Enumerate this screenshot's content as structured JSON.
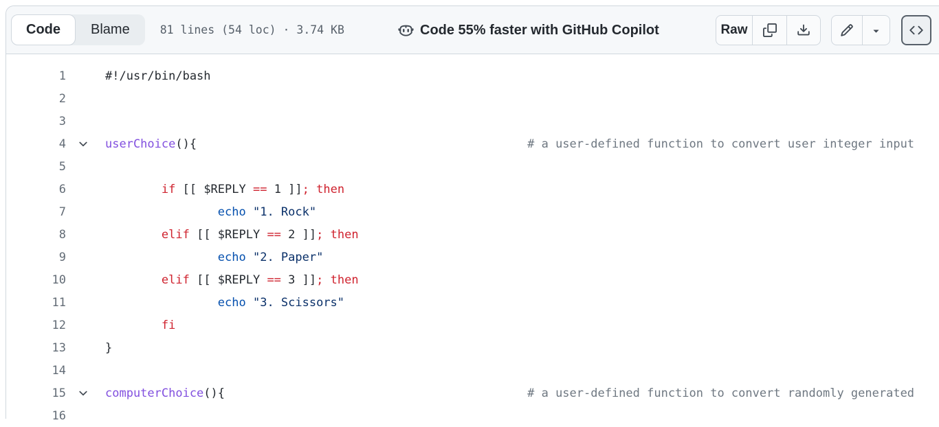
{
  "header": {
    "tabs": [
      {
        "label": "Code",
        "active": true
      },
      {
        "label": "Blame",
        "active": false
      }
    ],
    "file_stats": "81 lines (54 loc) · 3.74 KB",
    "copilot_text": "Code 55% faster with GitHub Copilot",
    "raw_label": "Raw",
    "actions": [
      {
        "name": "raw-button",
        "label": "Raw"
      },
      {
        "name": "copy-button",
        "icon": "copy-icon"
      },
      {
        "name": "download-button",
        "icon": "download-icon"
      },
      {
        "name": "edit-button",
        "icon": "pencil-icon"
      },
      {
        "name": "edit-dropdown",
        "icon": "caret-down-icon"
      },
      {
        "name": "symbols-panel-button",
        "icon": "code-symbols-icon"
      }
    ],
    "copilot_icon": "copilot-icon"
  },
  "colors": {
    "header_bg": "#f6f8fa",
    "border": "#d0d7de",
    "text": "#24292f",
    "keyword": "#cf222e",
    "function": "#8250df",
    "builtin": "#0550ae",
    "string": "#0a3069",
    "comment": "#6e7781",
    "line_number": "#636c76"
  },
  "code": {
    "language": "bash",
    "fold_icon": "chevron-down-icon",
    "comment_column": 60,
    "lines": [
      {
        "n": 1,
        "fold": false,
        "segs": [
          [
            "pl",
            "#!/usr/bin/bash"
          ]
        ]
      },
      {
        "n": 2,
        "fold": false,
        "segs": []
      },
      {
        "n": 3,
        "fold": false,
        "segs": []
      },
      {
        "n": 4,
        "fold": true,
        "segs": [
          [
            "en",
            "userChoice"
          ],
          [
            "pl",
            "(){"
          ],
          [
            "pad",
            60
          ],
          [
            "cm",
            "# a user-defined function to convert user integer input"
          ]
        ]
      },
      {
        "n": 5,
        "fold": false,
        "segs": []
      },
      {
        "n": 6,
        "fold": false,
        "segs": [
          [
            "pl",
            "        "
          ],
          [
            "kw",
            "if"
          ],
          [
            "pl",
            " [[ $REPLY "
          ],
          [
            "kw",
            "=="
          ],
          [
            "pl",
            " 1 ]]"
          ],
          [
            "kw",
            ";"
          ],
          [
            "pl",
            " "
          ],
          [
            "kw",
            "then"
          ]
        ]
      },
      {
        "n": 7,
        "fold": false,
        "segs": [
          [
            "pl",
            "                "
          ],
          [
            "bu",
            "echo"
          ],
          [
            "pl",
            " "
          ],
          [
            "st",
            "\"1. Rock\""
          ]
        ]
      },
      {
        "n": 8,
        "fold": false,
        "segs": [
          [
            "pl",
            "        "
          ],
          [
            "kw",
            "elif"
          ],
          [
            "pl",
            " [[ $REPLY "
          ],
          [
            "kw",
            "=="
          ],
          [
            "pl",
            " 2 ]]"
          ],
          [
            "kw",
            ";"
          ],
          [
            "pl",
            " "
          ],
          [
            "kw",
            "then"
          ]
        ]
      },
      {
        "n": 9,
        "fold": false,
        "segs": [
          [
            "pl",
            "                "
          ],
          [
            "bu",
            "echo"
          ],
          [
            "pl",
            " "
          ],
          [
            "st",
            "\"2. Paper\""
          ]
        ]
      },
      {
        "n": 10,
        "fold": false,
        "segs": [
          [
            "pl",
            "        "
          ],
          [
            "kw",
            "elif"
          ],
          [
            "pl",
            " [[ $REPLY "
          ],
          [
            "kw",
            "=="
          ],
          [
            "pl",
            " 3 ]]"
          ],
          [
            "kw",
            ";"
          ],
          [
            "pl",
            " "
          ],
          [
            "kw",
            "then"
          ]
        ]
      },
      {
        "n": 11,
        "fold": false,
        "segs": [
          [
            "pl",
            "                "
          ],
          [
            "bu",
            "echo"
          ],
          [
            "pl",
            " "
          ],
          [
            "st",
            "\"3. Scissors\""
          ]
        ]
      },
      {
        "n": 12,
        "fold": false,
        "segs": [
          [
            "pl",
            "        "
          ],
          [
            "kw",
            "fi"
          ]
        ]
      },
      {
        "n": 13,
        "fold": false,
        "segs": [
          [
            "pl",
            "}"
          ]
        ]
      },
      {
        "n": 14,
        "fold": false,
        "segs": []
      },
      {
        "n": 15,
        "fold": true,
        "segs": [
          [
            "en",
            "computerChoice"
          ],
          [
            "pl",
            "(){"
          ],
          [
            "pad",
            60
          ],
          [
            "cm",
            "# a user-defined function to convert randomly generated"
          ]
        ]
      },
      {
        "n": 16,
        "fold": false,
        "segs": []
      }
    ]
  }
}
